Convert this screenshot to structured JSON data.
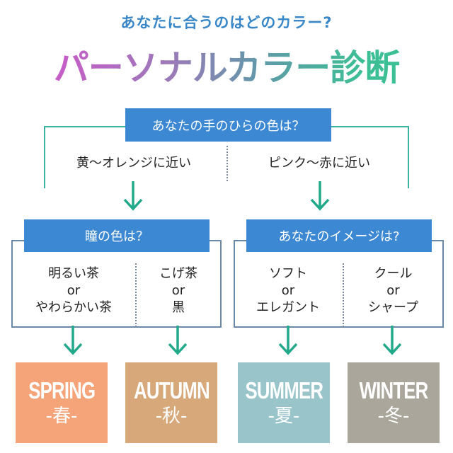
{
  "header": {
    "subtitle": "あなたに合うのはどのカラー?",
    "title": "パーソナルカラー診断"
  },
  "q1": {
    "label": "あなたの手のひらの色は？",
    "options": [
      "黄〜オレンジに近い",
      "ピンク〜赤に近い"
    ]
  },
  "q2_left": {
    "label": "瞳の色は？",
    "options": [
      [
        "明るい茶",
        "or",
        "やわらかい茶"
      ],
      [
        "こげ茶",
        "or",
        "黒"
      ]
    ]
  },
  "q2_right": {
    "label": "あなたのイメージは?",
    "options": [
      [
        "ソフト",
        "or",
        "エレガント"
      ],
      [
        "クール",
        "or",
        "シャープ"
      ]
    ]
  },
  "results": [
    {
      "en": "SPRING",
      "jp": "-春-",
      "color": "#f5a47a"
    },
    {
      "en": "AUTUMN",
      "jp": "-秋-",
      "color": "#d6a87a"
    },
    {
      "en": "SUMMER",
      "jp": "-夏-",
      "color": "#98c4ca"
    },
    {
      "en": "WINTER",
      "jp": "-冬-",
      "color": "#aaa69c"
    }
  ],
  "colors": {
    "accent": "#3d88d2",
    "teal": "#3bb3a0",
    "subtitle": "#3a87c8"
  }
}
